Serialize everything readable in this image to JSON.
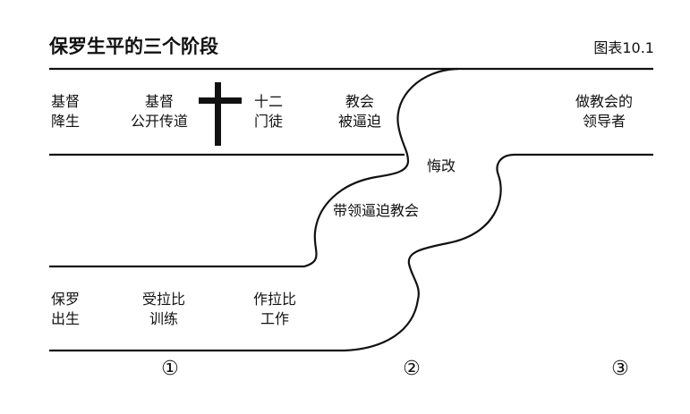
{
  "title": "保罗生平的三个阶段",
  "figure_label": "图表10.1",
  "top_row": [
    [
      "基督",
      "降生"
    ],
    [
      "基督",
      "公开传道"
    ],
    [
      "十二",
      "门徒"
    ],
    [
      "教会",
      "被逼迫"
    ],
    [
      "做教会的",
      "领导者"
    ]
  ],
  "middle": {
    "repent": "悔改",
    "persecute": "带领逼迫教会"
  },
  "bottom_row": [
    [
      "保罗",
      "出生"
    ],
    [
      "受拉比",
      "训练"
    ],
    [
      "作拉比",
      "工作"
    ]
  ],
  "stages": [
    "①",
    "②",
    "③"
  ]
}
